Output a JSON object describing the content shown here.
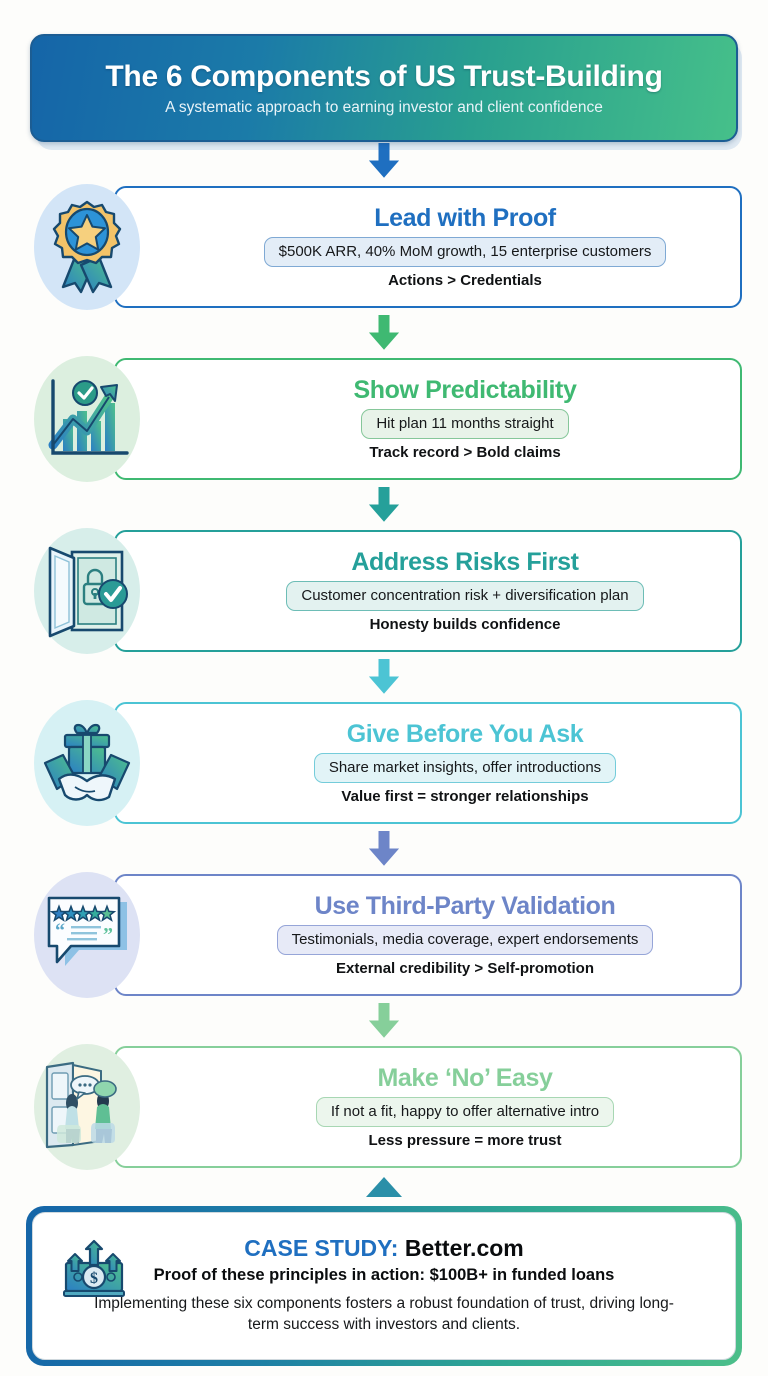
{
  "header": {
    "title": "The 6 Components of US Trust-Building",
    "subtitle": "A systematic approach to earning investor and client confidence",
    "gradient_from": "#1565a8",
    "gradient_to": "#46c08a"
  },
  "steps": [
    {
      "id": "lead-with-proof",
      "title": "Lead with Proof",
      "detail": "$500K ARR, 40% MoM growth, 15 enterprise customers",
      "tagline": "Actions > Credentials",
      "icon_name": "award-ribbon-icon",
      "accent": "#1f6fc0",
      "circle_bg": "#d3e5f7",
      "pill_bg": "#e3edf7",
      "pill_border": "#7fa9d4"
    },
    {
      "id": "show-predictability",
      "title": "Show Predictability",
      "detail": "Hit plan 11 months straight",
      "tagline": "Track record > Bold claims",
      "icon_name": "growth-chart-icon",
      "accent": "#3fb972",
      "circle_bg": "#dcefdf",
      "pill_bg": "#e8f3e9",
      "pill_border": "#86c79a"
    },
    {
      "id": "address-risks-first",
      "title": "Address Risks First",
      "detail": "Customer concentration risk + diversification plan",
      "tagline": "Honesty builds confidence",
      "icon_name": "open-door-lock-icon",
      "accent": "#25a09a",
      "circle_bg": "#d7eeea",
      "pill_bg": "#e3f2f0",
      "pill_border": "#6dbdb6"
    },
    {
      "id": "give-before-you-ask",
      "title": "Give Before You Ask",
      "detail": "Share market insights, offer introductions",
      "tagline": "Value first = stronger relationships",
      "icon_name": "gift-handshake-icon",
      "accent": "#4cc4d4",
      "circle_bg": "#d6f1f4",
      "pill_bg": "#e2f4f7",
      "pill_border": "#74ccda"
    },
    {
      "id": "use-third-party-validation",
      "title": "Use Third-Party Validation",
      "detail": "Testimonials, media coverage, expert endorsements",
      "tagline": "External credibility > Self-promotion",
      "icon_name": "testimonial-bubble-icon",
      "accent": "#6d85c8",
      "circle_bg": "#dde2f4",
      "pill_bg": "#e7eaf7",
      "pill_border": "#96a5d8"
    },
    {
      "id": "make-no-easy",
      "title": "Make ‘No’ Easy",
      "detail": "If not a fit, happy to offer alternative intro",
      "tagline": "Less pressure = more trust",
      "icon_name": "conversation-door-icon",
      "accent": "#86cf9a",
      "circle_bg": "#e0efe1",
      "pill_bg": "#ecf6ed",
      "pill_border": "#a7d7b3"
    }
  ],
  "case_study": {
    "label": "CASE STUDY:",
    "company": "Better.com",
    "subtitle": "Proof of these principles in action: $100B+ in funded loans",
    "body": "Implementing these six components fosters a robust foundation of trust, driving long-term success with investors and clients.",
    "icon_name": "money-growth-icon",
    "label_color": "#1f6fc0",
    "border_from": "#1565a8",
    "border_to": "#4cbf8a"
  }
}
